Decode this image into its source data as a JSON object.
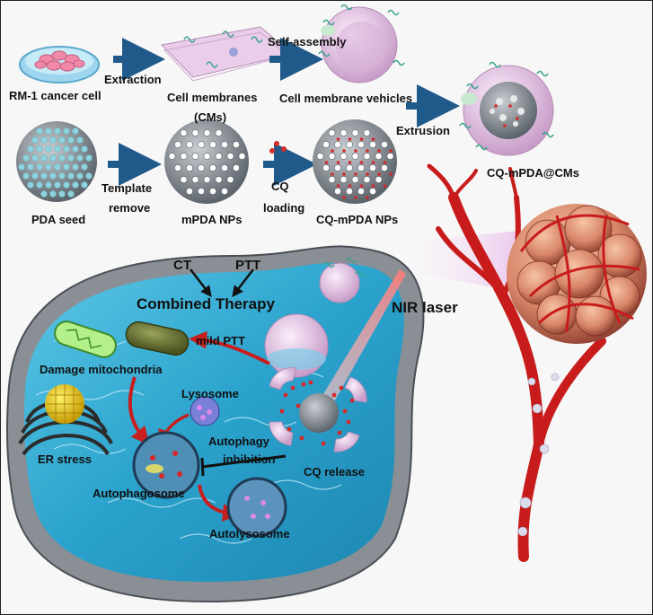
{
  "labels": {
    "rm1_cancer_cell": "RM-1 cancer cell",
    "extraction": "Extraction",
    "cell_membranes": "Cell membranes",
    "cms": "(CMs)",
    "self_assembly": "Self-assembly",
    "cell_membrane_vehicles": "Cell membrane vehicles",
    "extrusion": "Extrusion",
    "cq_mpda_cms": "CQ-mPDA@CMs",
    "pda_seed": "PDA seed",
    "template": "Template",
    "remove": "remove",
    "mpda_nps": "mPDA NPs",
    "cq": "CQ",
    "loading": "loading",
    "cq_mpda_nps": "CQ-mPDA NPs",
    "ct": "CT",
    "ptt": "PTT",
    "combined_therapy": "Combined Therapy",
    "nir_laser": "NIR laser",
    "mild_ptt": "mild PTT",
    "damage_mitochondria": "Damage mitochondria",
    "lysosome": "Lysosome",
    "er_stress": "ER stress",
    "autophagy": "Autophagy",
    "inhibition": "inhibition",
    "cq_release": "CQ release",
    "autophagosome": "Autophagosome",
    "autolysosome": "Autolysosome"
  },
  "colors": {
    "arrow_blue": "#1f5a8a",
    "membrane_pink": "#e8c8e8",
    "pda_gray": "#8a9097",
    "pda_bead": "#8fd3df",
    "cq_red": "#d42a2a",
    "cytoplasm_blue": "#3fb0d6",
    "vessel_red": "#cc1c1c",
    "tumor_orange": "#d98a6a",
    "laser_magenta": "#d477d8"
  }
}
